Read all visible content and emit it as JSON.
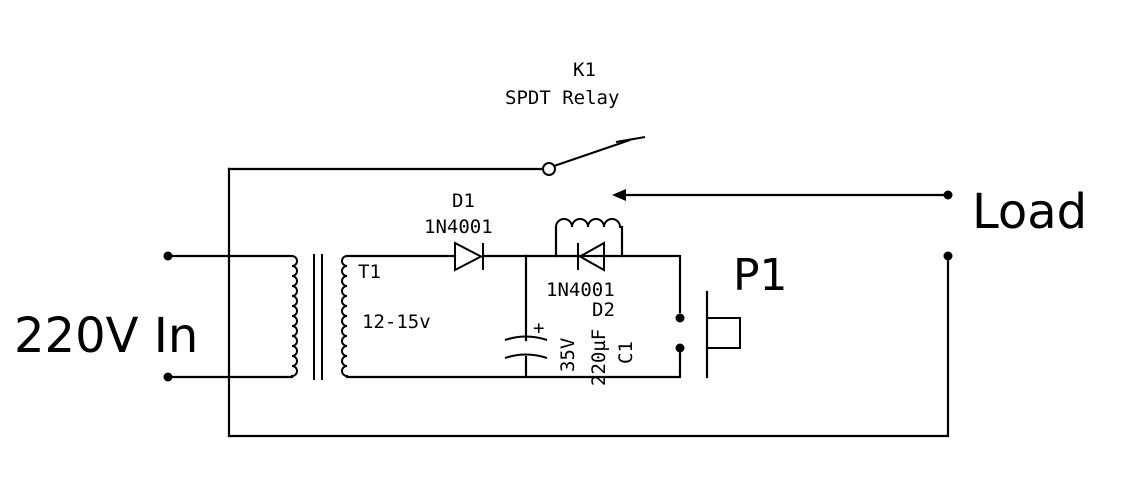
{
  "relay": {
    "ref": "K1",
    "type": "SPDT Relay"
  },
  "diode1": {
    "ref": "D1",
    "part": "1N4001"
  },
  "diode2": {
    "ref": "D2",
    "part": "1N4001"
  },
  "transformer": {
    "ref": "T1",
    "rating": "12-15v"
  },
  "capacitor": {
    "ref": "C1",
    "value": "220µF",
    "voltage": "35V",
    "polarity": "+"
  },
  "switch": {
    "ref": "P1"
  },
  "input_label": "220V In",
  "load_label": "Load"
}
